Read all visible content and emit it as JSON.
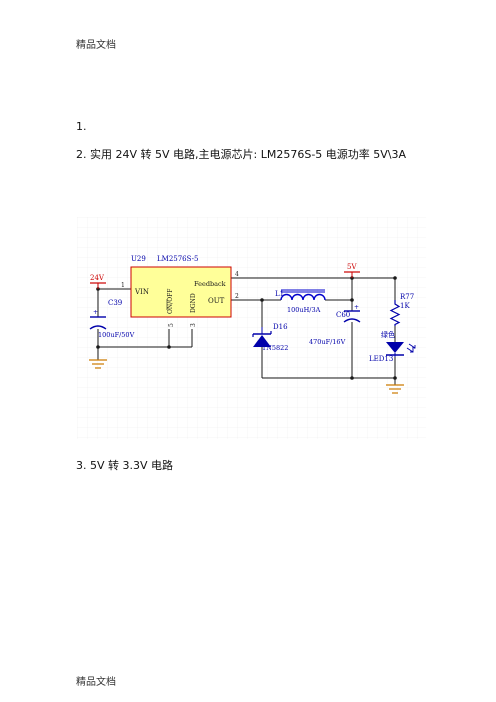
{
  "header": {
    "text": "精品文档"
  },
  "footer": {
    "text": "精品文档"
  },
  "items": [
    {
      "num": "1.",
      "text": ""
    },
    {
      "num": "2.",
      "text": "实用 24V 转 5V 电路,主电源芯片: LM2576S-5  电源功率  5V\\3A"
    },
    {
      "num": "3.",
      "text": "5V 转 3.3V 电路"
    }
  ],
  "schematic": {
    "colors": {
      "wire": "#1a1a1a",
      "component": "#0000aa",
      "ic_fill": "#ffff99",
      "ic_border": "#cc0000",
      "power_label": "#cc0000",
      "ground": "#cc7a00",
      "inductor": "#0000cc",
      "grid": "#e6e6e6"
    },
    "ic_ref": "U29",
    "ic_part": "LM2576S-5",
    "pins": {
      "vin_num": "1",
      "vin_label": "VIN",
      "onoff_label": "ON/OFF",
      "onoff_num": "5",
      "gnd_label": "DGND",
      "gnd_num": "3",
      "fb_label": "Feedback",
      "fb_num": "4",
      "out_label": "OUT",
      "out_num": "2"
    },
    "input_voltage": "24V",
    "output_voltage": "5V",
    "c39": {
      "ref": "C39",
      "value": "100uF/50V"
    },
    "l1": {
      "ref": "L1",
      "value": "100uH/3A"
    },
    "c60": {
      "ref": "C60",
      "value": "470uF/16V"
    },
    "d16": {
      "ref": "D16",
      "value": "1N5822"
    },
    "r77": {
      "ref": "R77",
      "value": "1K"
    },
    "led": {
      "ref": "LED13",
      "color_label": "绿色"
    }
  }
}
